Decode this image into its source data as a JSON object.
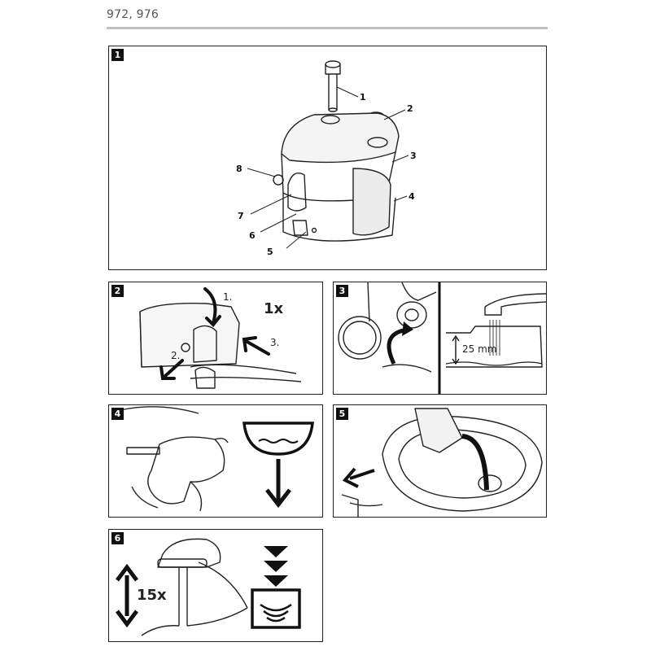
{
  "header": {
    "model_numbers": "972, 976"
  },
  "panels": {
    "p1": {
      "number": "1",
      "callouts": [
        "1",
        "2",
        "3",
        "4",
        "5",
        "6",
        "7",
        "8"
      ]
    },
    "p2": {
      "number": "2",
      "step1": "1.",
      "step2": "2.",
      "step3": "3.",
      "repeat": "1x"
    },
    "p3": {
      "number": "3",
      "measure": "25 mm"
    },
    "p4": {
      "number": "4"
    },
    "p5": {
      "number": "5"
    },
    "p6": {
      "number": "6",
      "repeat": "15x"
    }
  },
  "icons": [
    "pump-rod-icon",
    "cap-icon",
    "arrow-icon",
    "water-tap-icon",
    "sink-drain-icon",
    "down-arrow-icon",
    "triple-chevron-down-icon",
    "water-level-icon"
  ]
}
